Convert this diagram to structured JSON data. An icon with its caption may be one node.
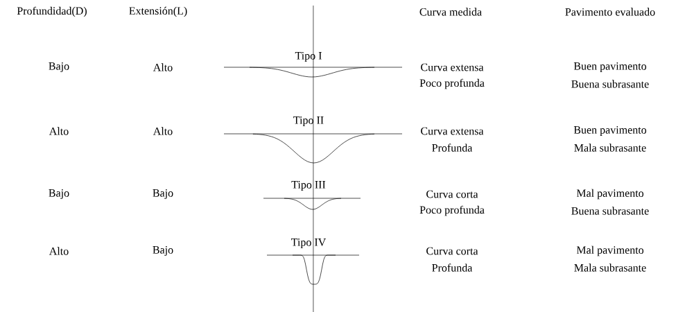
{
  "diagram": {
    "labels": [
      "Profundidad(D)",
      "Extensión(L)",
      "Curva medida",
      "Pavimento evaluado",
      "Bajo",
      "Alto",
      "Tipo I",
      "Curva extensa",
      "Buen pavimento",
      "Poco profunda",
      "Buena subrasante",
      "Alto",
      "Alto",
      "Tipo II",
      "Curva extensa",
      "Buen pavimento",
      "Profunda",
      "Mala subrasante",
      "Bajo",
      "Bajo",
      "Tipo III",
      "Curva corta",
      "Mal pavimento",
      "Poco profunda",
      "Buena subrasante",
      "Alto",
      "Bajo",
      "Tipo IV",
      "Curva corta",
      "Mal pavimento",
      "Profunda",
      "Mala subrasante"
    ]
  }
}
